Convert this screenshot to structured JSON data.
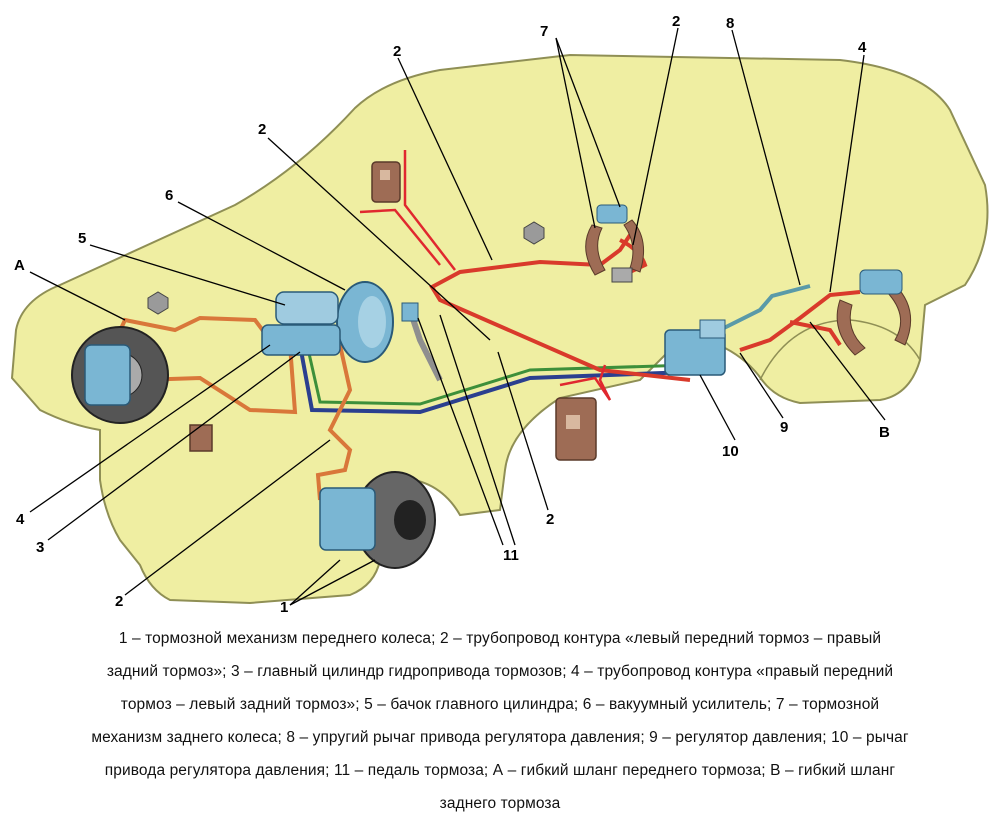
{
  "callouts": {
    "n1": "1",
    "n2a": "2",
    "n2b": "2",
    "n2c": "2",
    "n2d": "2",
    "n2e": "2",
    "n3": "3",
    "n4a": "4",
    "n4b": "4",
    "n5": "5",
    "n6": "6",
    "n7": "7",
    "n8": "8",
    "n9": "9",
    "n10": "10",
    "n11": "11",
    "A": "A",
    "B": "B"
  },
  "caption_lines": [
    "1 – тормозной механизм переднего колеса; 2 – трубопровод контура «левый передний тормоз – правый",
    "задний тормоз»; 3 – главный цилиндр гидропривода тормозов;  4 – трубопровод контура «правый передний",
    "тормоз – левый задний тормоз»; 5 – бачок главного цилиндра; 6 – вакуумный усилитель; 7 – тормозной",
    "механизм заднего колеса; 8 – упругий рычаг привода регулятора давления; 9 – регулятор давления; 10 – рычаг",
    "привода регулятора давления; 11 – педаль тормоза;  А – гибкий шланг переднего тормоза; В – гибкий шланг",
    "заднего тормоза"
  ],
  "colors": {
    "body_fill": "#efeea2",
    "body_stroke": "#8f8f55",
    "line_red": "#d93a2b",
    "line_orange": "#d9773a",
    "line_blue": "#2b3f8f",
    "line_green": "#3d8f3a",
    "part_blue": "#7ab6d3",
    "part_gray": "#8f8f8f",
    "bracket_brown": "#9e6c55",
    "leader": "#000000"
  }
}
